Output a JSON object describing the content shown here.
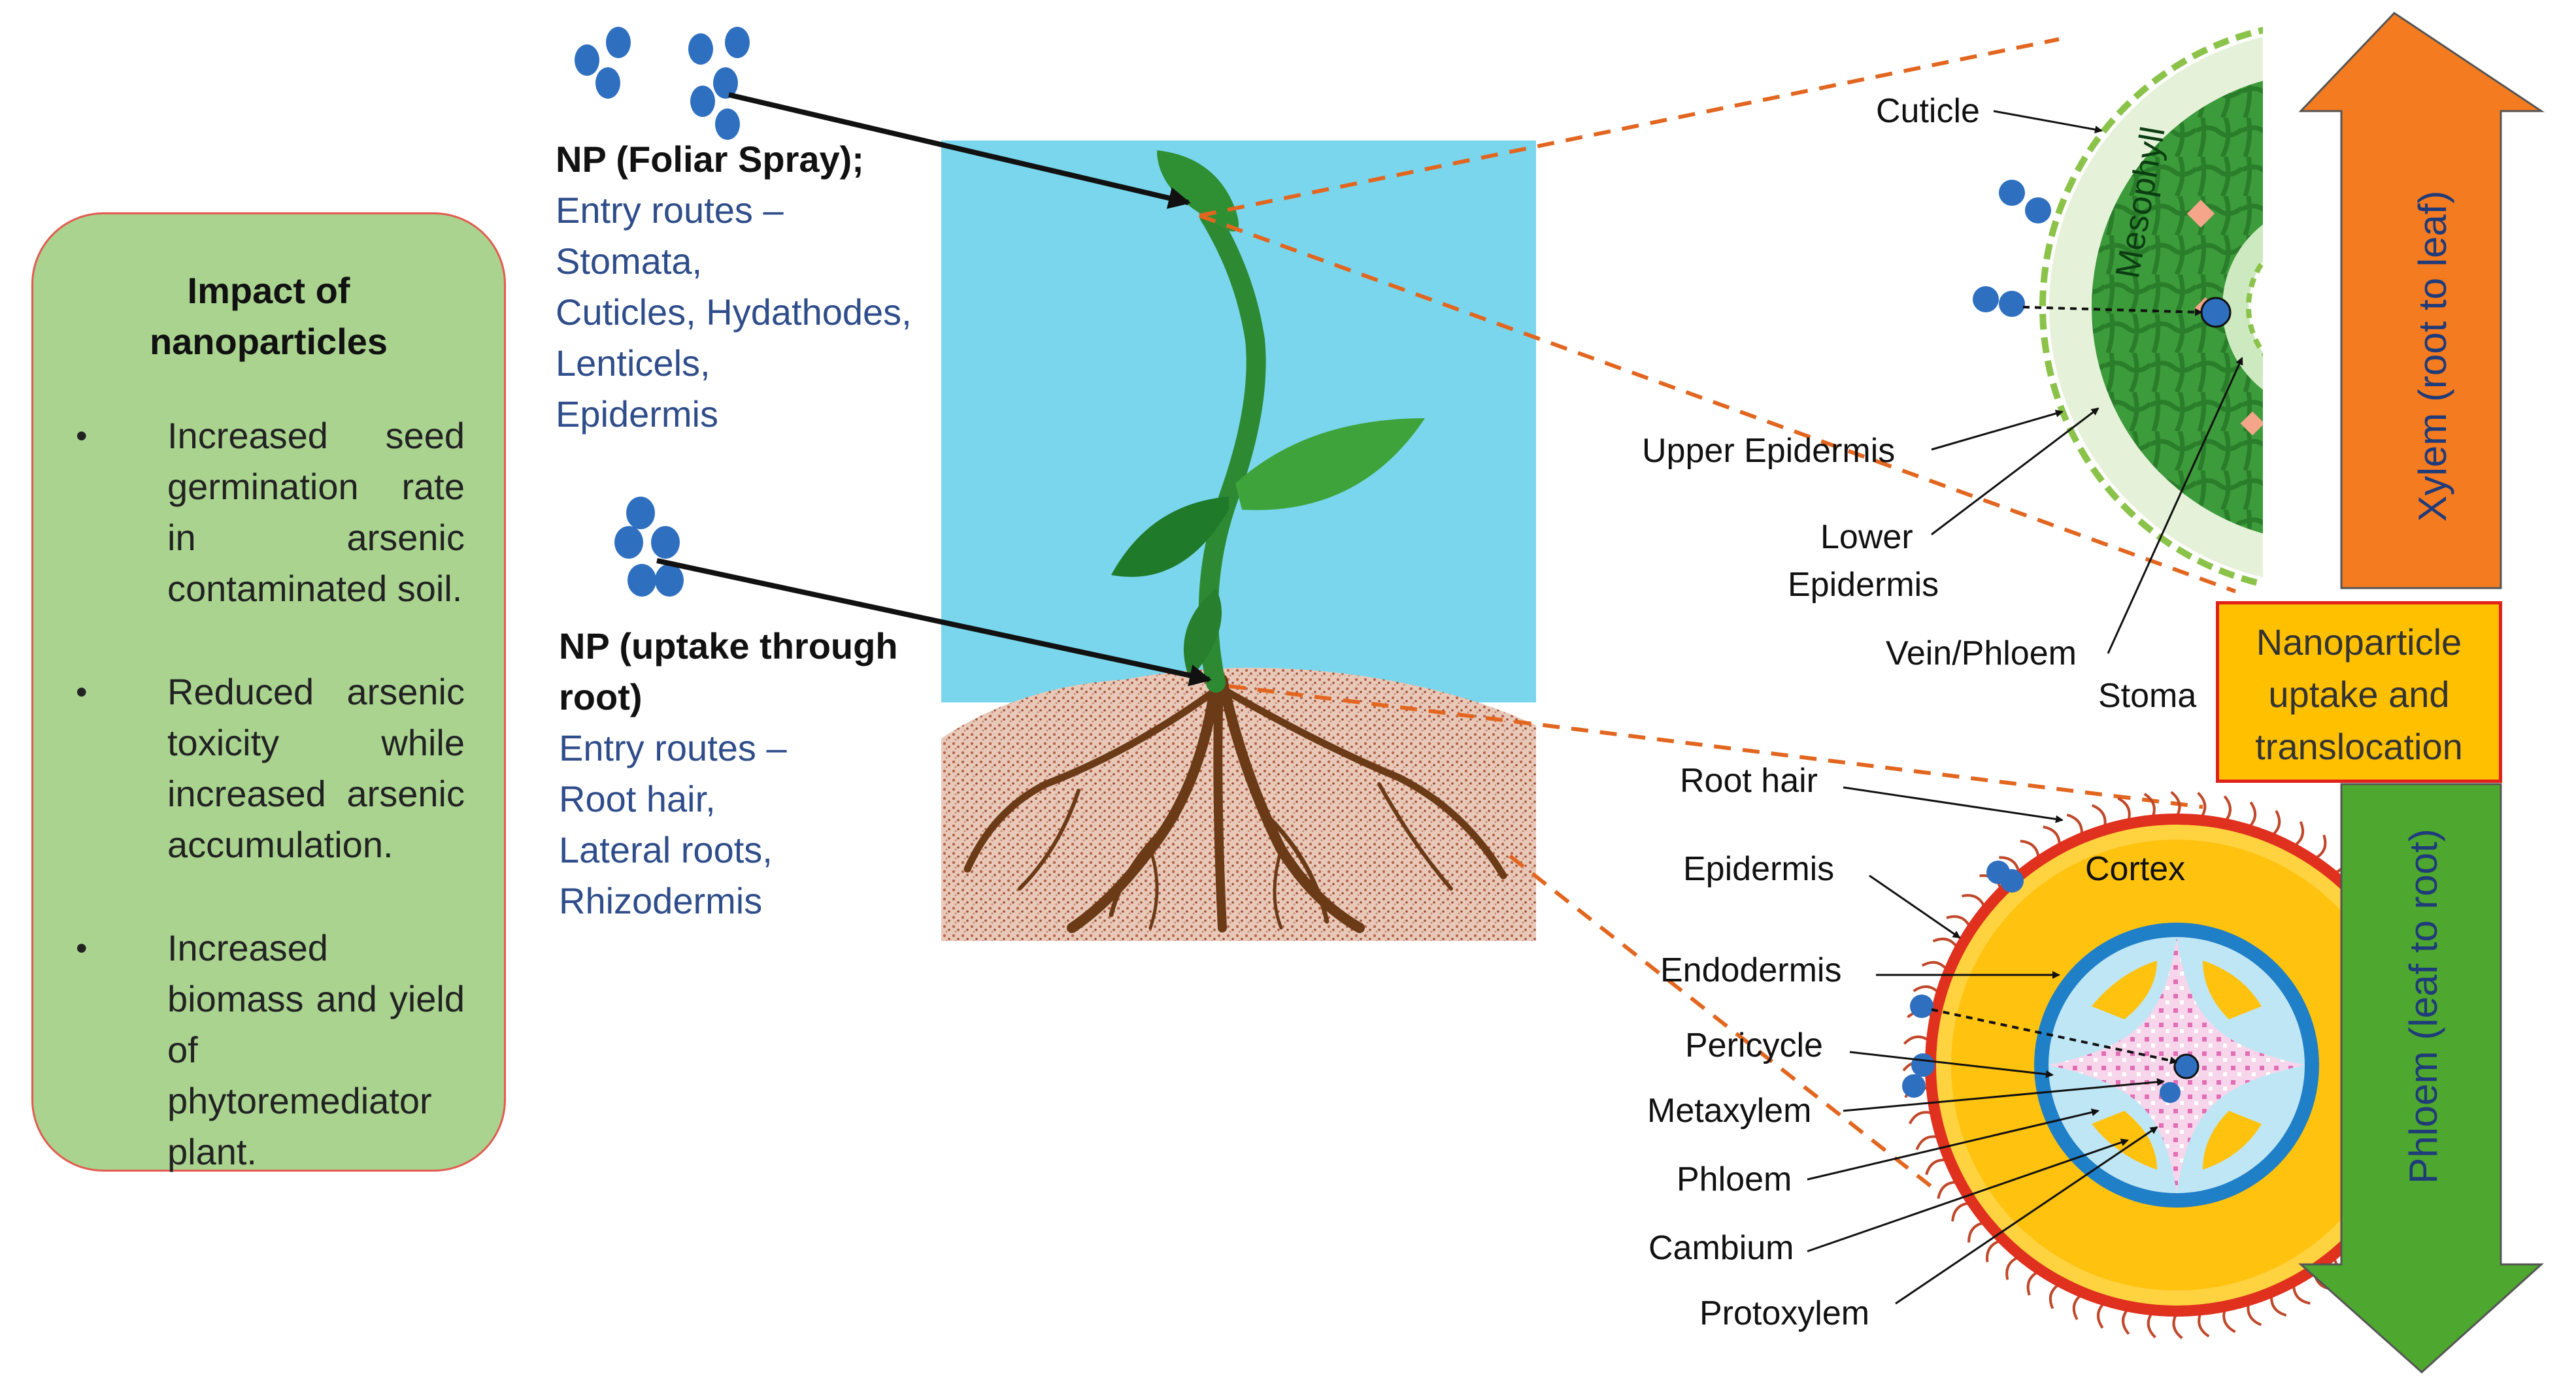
{
  "impact": {
    "title_line1": "Impact of",
    "title_line2": "nanoparticles",
    "items": [
      "Increased seed germination rate in arsenic contaminated soil.",
      "Reduced arsenic toxicity while increased arsenic accumulation.",
      "Increased biomass and yield of phytoremediator plant."
    ]
  },
  "foliar": {
    "title": "NP (Foliar Spray);",
    "routes": [
      "Entry routes –",
      "Stomata,",
      "Cuticles, Hydathodes,",
      "Lenticels,",
      "Epidermis"
    ]
  },
  "root": {
    "title_line1": "NP (uptake through",
    "title_line2": "root)",
    "routes": [
      "Entry routes –",
      "Root hair,",
      "Lateral roots,",
      "Rhizodermis"
    ]
  },
  "leaf_labels": {
    "cuticle": "Cuticle",
    "mesophyll": "Mesophyll",
    "upper_epidermis": "Upper Epidermis",
    "lower_epidermis_1": "Lower",
    "lower_epidermis_2": "Epidermis",
    "vein_phloem": "Vein/Phloem",
    "stoma": "Stoma"
  },
  "root_labels": {
    "root_hair": "Root hair",
    "epidermis": "Epidermis",
    "cortex": "Cortex",
    "endodermis": "Endodermis",
    "pericycle": "Pericycle",
    "metaxylem": "Metaxylem",
    "phloem": "Phloem",
    "cambium": "Cambium",
    "protoxylem": "Protoxylem"
  },
  "uptake_box": {
    "line1": "Nanoparticle",
    "line2": "uptake and",
    "line3": "translocation"
  },
  "arrows": {
    "xylem": "Xylem (root to leaf)",
    "phloem": "Phloem (leaf to root)"
  },
  "colors": {
    "impact_fill": "#a9d38f",
    "impact_border": "#e35b4f",
    "nanoparticle": "#2e6fc0",
    "route_text": "#2f4d8a",
    "dashed_line": "#e2661f",
    "xylem_arrow": "#f47b20",
    "phloem_arrow": "#4ea72e",
    "uptake_fill": "#ffc000",
    "uptake_border": "#e0221b",
    "sky": "#79d6ec",
    "soil": "#c9826a",
    "cortex": "#ffc20e",
    "leaf_green": "#3c9b3a"
  }
}
